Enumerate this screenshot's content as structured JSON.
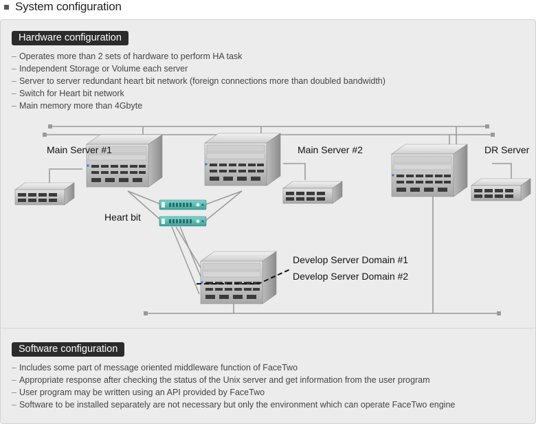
{
  "header": {
    "title": "System configuration"
  },
  "hardware": {
    "heading": "Hardware configuration",
    "items": [
      "Operates more than 2 sets of hardware to perform HA task",
      "Independent Storage or Volume each server",
      "Server to server redundant heart bit network (foreign connections more than doubled bandwidth)",
      "Switch for Heart bit network",
      "Main memory more than 4Gbyte"
    ]
  },
  "diagram": {
    "labels": {
      "main_server_1": "Main Server #1",
      "main_server_2": "Main Server #2",
      "dr_server": "DR Server",
      "heart_bit": "Heart bit",
      "develop_domain_1": "Develop Server Domain #1",
      "develop_domain_2": "Develop Server Domain #2"
    }
  },
  "software": {
    "heading": "Software configuration",
    "items": [
      "Includes some part of message oriented middleware function of FaceTwo",
      "Appropriate response after checking the status of the Unix server and get information from the user program",
      "User program may be written using an API provided by FaceTwo",
      "Software to be installed separately are not necessary but only the environment which can operate FaceTwo engine"
    ]
  }
}
